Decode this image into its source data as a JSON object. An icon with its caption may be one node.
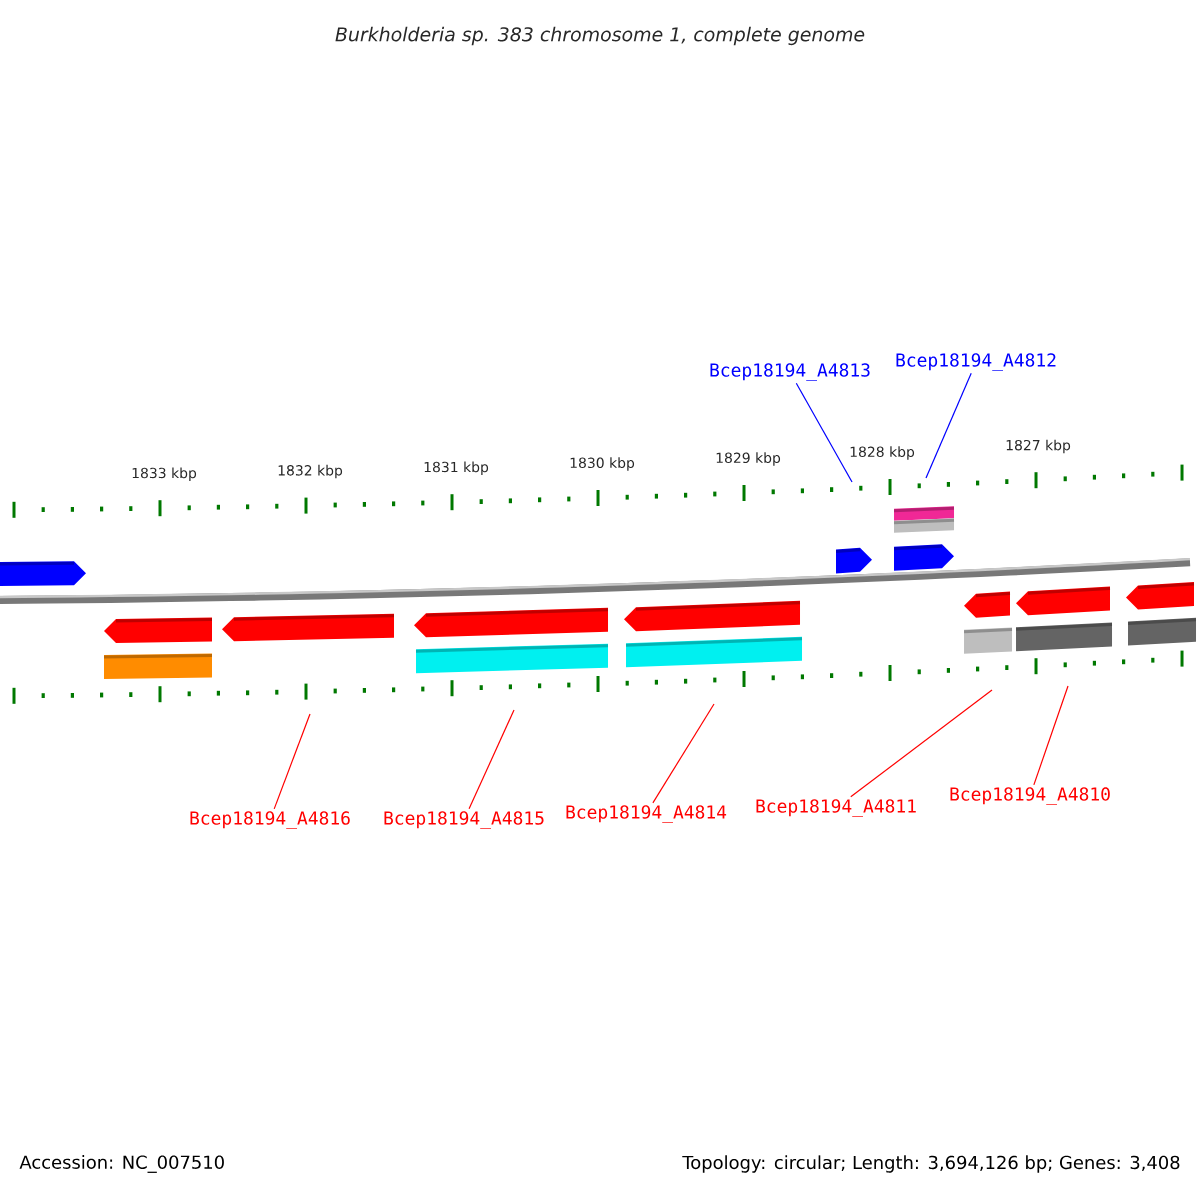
{
  "diagram": {
    "title": "Burkholderia sp. 383 chromosome 1, complete genome",
    "nodes": [
      {
        "text": [
          "Bcep18194_A4813"
        ]
      },
      {
        "text": [
          "Bcep18194_A4812"
        ]
      },
      {
        "text": [
          "Bcep18194_A4816"
        ]
      },
      {
        "text": [
          "Bcep18194_A4815"
        ]
      },
      {
        "text": [
          "Bcep18194_A4814"
        ]
      },
      {
        "text": [
          "Bcep18194_A4811"
        ]
      },
      {
        "text": [
          "Bcep18194_A4810"
        ]
      }
    ],
    "edges": [
      {
        "from": 0,
        "to": null,
        "arrow": "none",
        "color": "#0000ff"
      },
      {
        "from": 1,
        "to": null,
        "arrow": "none",
        "color": "#0000ff"
      },
      {
        "from": 2,
        "to": null,
        "arrow": "none"
      },
      {
        "from": 3,
        "to": null,
        "arrow": "none"
      },
      {
        "from": 4,
        "to": null,
        "arrow": "none"
      },
      {
        "from": 5,
        "to": null,
        "arrow": "none"
      },
      {
        "from": 6,
        "to": null,
        "arrow": "none"
      }
    ],
    "labels": [
      "1833 kbp",
      "1832 kbp",
      "1831 kbp",
      "1830 kbp",
      "1829 kbp",
      "1828 kbp",
      "1827 kbp",
      "Accession: NC_007510",
      "Topology: circular; Length: 3,694,126 bp; Genes: 3,408"
    ]
  }
}
